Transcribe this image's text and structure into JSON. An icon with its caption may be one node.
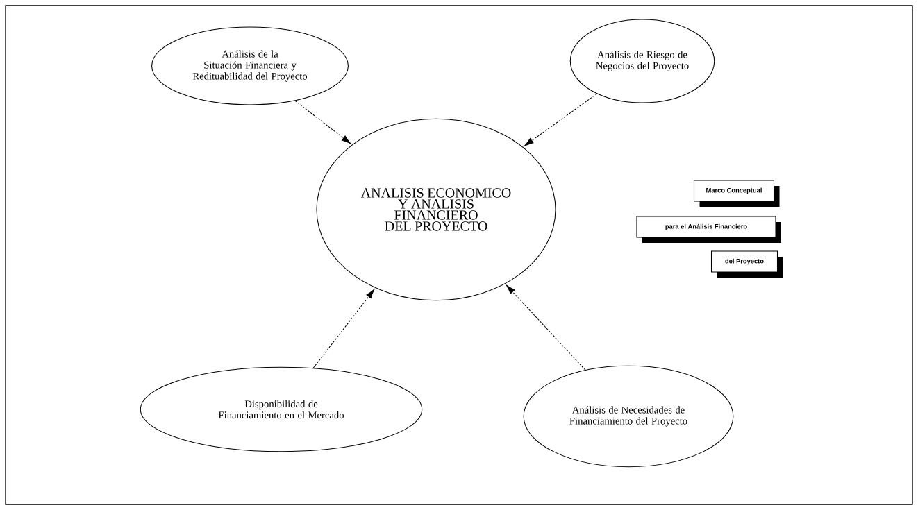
{
  "diagram": {
    "nodes": [
      {
        "text": [
          "Análisis de la Situación Financiera y Redituabilidad del Proyecto"
        ]
      },
      {
        "text": [
          "Análisis de Riesgo de Negocios del Proyecto"
        ]
      },
      {
        "text": [
          "ANALISIS ECONOMICO Y ANALISIS FINANCIERO DEL PROYECTO"
        ]
      },
      {
        "text": [
          "Marco Conceptual"
        ]
      },
      {
        "text": [
          "para el Análisis Financiero"
        ]
      },
      {
        "text": [
          "del Proyecto"
        ]
      },
      {
        "text": [
          "Disponibilidad de Financiamiento en el Mercado"
        ]
      },
      {
        "text": [
          "Análisis de Necesidades de Financiamiento del Proyecto"
        ]
      }
    ],
    "edges": [
      {
        "from": 0,
        "to": 2,
        "arrow": "to",
        "style": "dashed"
      },
      {
        "from": 1,
        "to": 2,
        "arrow": "to",
        "style": "dashed"
      },
      {
        "from": 6,
        "to": 2,
        "arrow": "to",
        "style": "dashed"
      },
      {
        "from": 7,
        "to": 2,
        "arrow": "to",
        "style": "dashed"
      }
    ]
  }
}
